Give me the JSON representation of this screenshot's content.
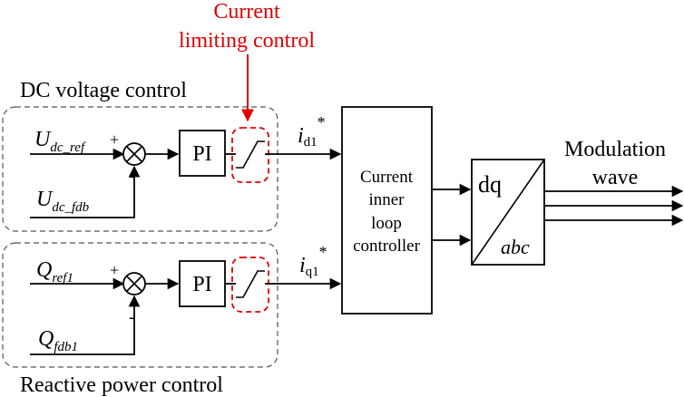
{
  "current_limit": {
    "title_line1": "Current",
    "title_line2": "limiting control",
    "color": "#e00000"
  },
  "dc_loop": {
    "group_label": "DC voltage control",
    "ref": {
      "main": "U",
      "sub": "dc_ref"
    },
    "fdb": {
      "main": "U",
      "sub": "dc_fdb"
    },
    "plus": "+",
    "minus": "-",
    "pi_label": "PI",
    "output": {
      "main": "i",
      "sub": "d1",
      "sup": "*"
    }
  },
  "q_loop": {
    "group_label": "Reactive power control",
    "ref": {
      "main": "Q",
      "sub": "ref1"
    },
    "fdb": {
      "main": "Q",
      "sub": "fdb1"
    },
    "plus": "+",
    "minus": "-",
    "pi_label": "PI",
    "output": {
      "main": "i",
      "sub": "q1",
      "sup": "*"
    }
  },
  "inner_controller": {
    "lines": [
      "Current",
      "inner",
      "loop",
      "controller"
    ]
  },
  "transform": {
    "top": "dq",
    "bottom": "abc"
  },
  "output": {
    "line1": "Modulation",
    "line2": "wave"
  }
}
